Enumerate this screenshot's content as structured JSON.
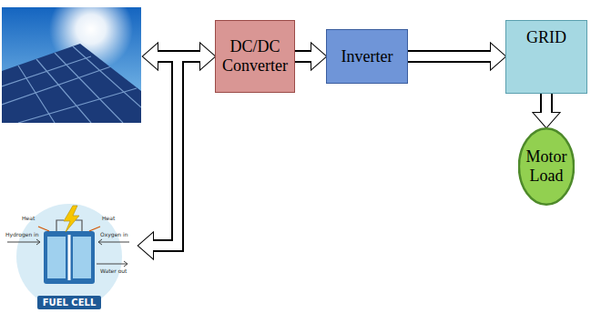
{
  "diagram": {
    "nodes": [
      {
        "text": [
          "DC/DC Converter"
        ]
      },
      {
        "text": [
          "Inverter"
        ]
      },
      {
        "text": [
          "GRID"
        ]
      },
      {
        "text": [
          "FUEL CELL"
        ]
      },
      {
        "text": [
          "Motor Load"
        ]
      }
    ],
    "edges": [
      {
        "from": 3,
        "to": 0,
        "arrow": "both"
      },
      {
        "from": 0,
        "to": 1,
        "arrow": "to"
      },
      {
        "from": 1,
        "to": 2,
        "arrow": "to"
      },
      {
        "from": 2,
        "to": 4,
        "arrow": "to"
      }
    ],
    "labels": [
      "Heat",
      "Heat",
      "Hydrogen in",
      "Oxygen in",
      "Water out"
    ]
  }
}
